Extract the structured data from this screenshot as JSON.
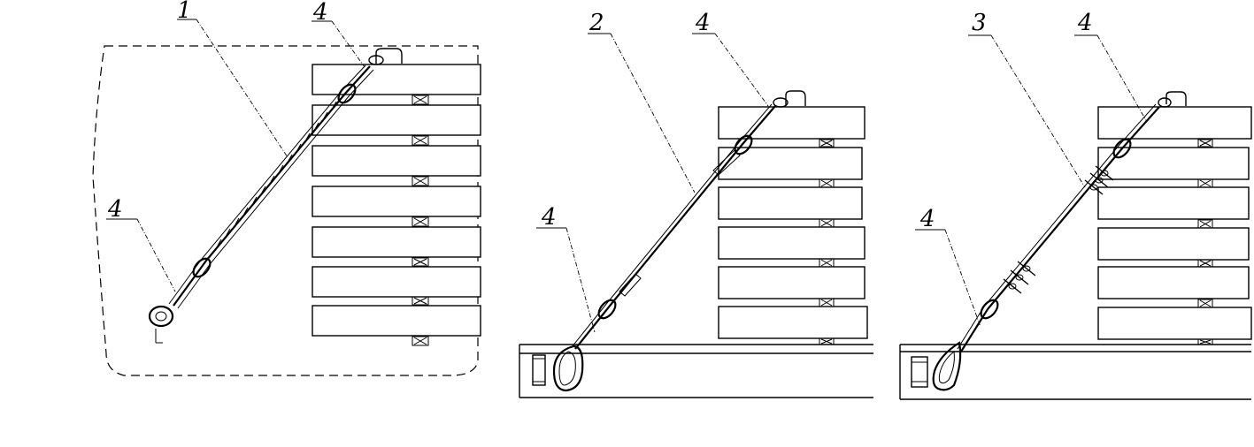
{
  "figures": [
    {
      "id": "fig-a",
      "labels": {
        "lashing": "1",
        "eye_top": "4",
        "eye_bottom": "4"
      }
    },
    {
      "id": "fig-b",
      "labels": {
        "lashing": "2",
        "eye_top": "4",
        "eye_bottom": "4"
      }
    },
    {
      "id": "fig-c",
      "labels": {
        "lashing": "3",
        "eye_top": "4",
        "eye_bottom": "4"
      }
    }
  ]
}
